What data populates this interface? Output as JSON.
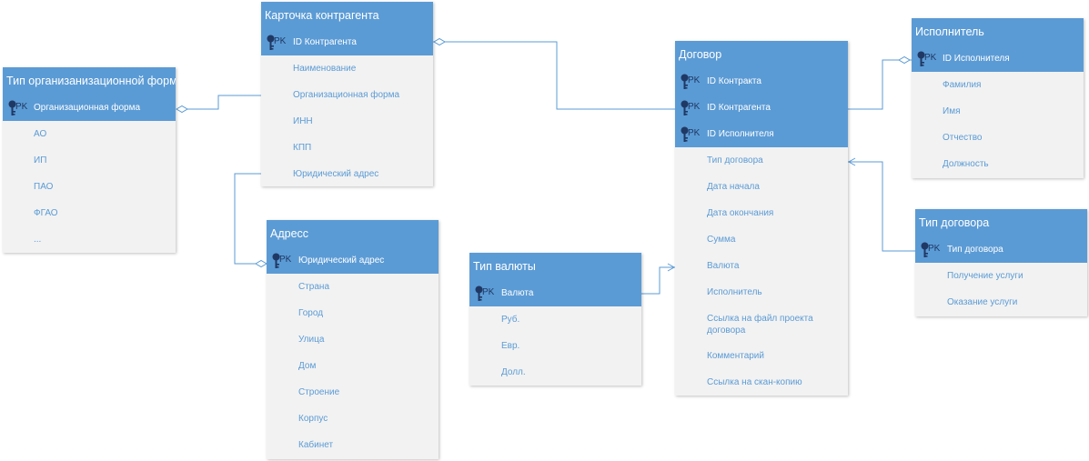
{
  "colors": {
    "header": "#5b9bd5",
    "body": "#f2f2f2",
    "text_header": "#ffffff",
    "text_row": "#5b9bd5",
    "connector": "#5b9bd5"
  },
  "key_marker": "PK",
  "entities": {
    "org_form_type": {
      "title": "Тип организанизационной формы",
      "pk": "Организационная форма",
      "rows": [
        "АО",
        "ИП",
        "ПАО",
        "ФГАО",
        "..."
      ]
    },
    "counterparty_card": {
      "title": "Карточка контрагента",
      "pk": "ID Контрагента",
      "rows": [
        "Наименование",
        "Организационная форма",
        "ИНН",
        "КПП",
        "Юридический адрес"
      ]
    },
    "address": {
      "title": "Адресс",
      "pk": "Юридический адрес",
      "rows": [
        "Страна",
        "Город",
        "Улица",
        "Дом",
        "Строение",
        "Корпус",
        "Кабинет"
      ]
    },
    "currency_type": {
      "title": "Тип валюты",
      "pk": "Валюта",
      "rows": [
        "Руб.",
        "Евр.",
        "Долл."
      ]
    },
    "contract": {
      "title": "Договор",
      "pks": [
        "ID Контракта",
        "ID Контрагента",
        "ID Исполнителя"
      ],
      "rows": [
        "Тип договора",
        "Дата начала",
        "Дата окончания",
        "Сумма",
        "Валюта",
        "Исполнитель",
        "Ссылка на файл проекта договора",
        "Комментарий",
        "Ссылка на скан-копию"
      ]
    },
    "executor": {
      "title": "Исполнитель",
      "pk": "ID Исполнителя",
      "rows": [
        "Фамилия",
        "Имя",
        "Отчество",
        "Должность"
      ]
    },
    "contract_type": {
      "title": "Тип договора",
      "pk": "Тип договора",
      "rows": [
        "Получение услуги",
        "Оказание услуги"
      ]
    }
  }
}
